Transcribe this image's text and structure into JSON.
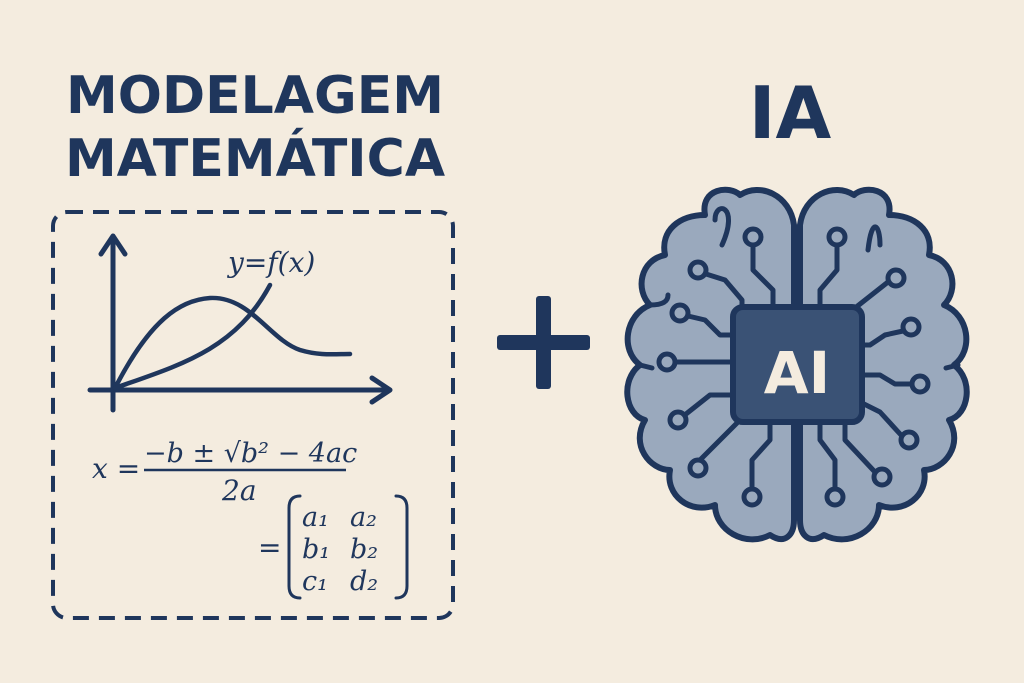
{
  "left": {
    "title_line1": "MODELAGEM",
    "title_line2": "MATEMÁTICA",
    "graph_label": "y=f(x)",
    "quadratic": {
      "lhs": "x =",
      "numerator": "−b ± √b² − 4ac",
      "denominator": "2a"
    },
    "matrix": {
      "equals": "=",
      "rows": [
        [
          "a₁",
          "a₂"
        ],
        [
          "b₁",
          "b₂"
        ],
        [
          "c₁",
          "d₂"
        ]
      ]
    }
  },
  "operator": "+",
  "right": {
    "title": "IA",
    "chip_label": "AI"
  },
  "colors": {
    "background": "#f4ecdf",
    "ink": "#1f365c",
    "brain_fill": "#9aa9bd",
    "chip_fill": "#3a5275",
    "chip_text": "#f4ecdf"
  }
}
